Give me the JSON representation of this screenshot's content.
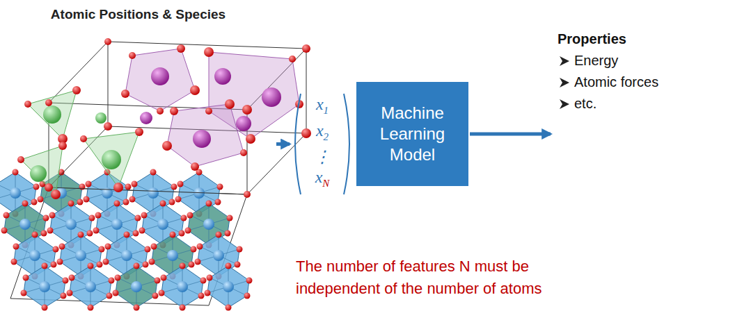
{
  "diagram": {
    "nodes": [
      {
        "text": [
          "Atomic Positions & Species"
        ]
      },
      {
        "text": [
          "x1",
          "x2",
          "⋮",
          "xN"
        ]
      },
      {
        "text": [
          "Machine Learning Model"
        ]
      },
      {
        "text": [
          "Properties",
          "Energy",
          "Atomic forces",
          "etc."
        ]
      }
    ],
    "edges": [
      {
        "from": 0,
        "to": 1,
        "arrow": "to"
      },
      {
        "from": 2,
        "to": 3,
        "arrow": "to"
      }
    ],
    "labels": [
      "The number of features N must be independent of the number of atoms"
    ]
  }
}
